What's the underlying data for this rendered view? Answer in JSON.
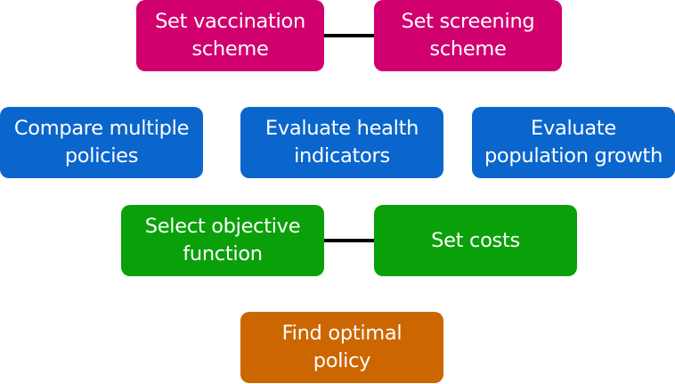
{
  "colors": {
    "scheme": "#d1006f",
    "evaluation": "#0a66cc",
    "objective": "#0aa00a",
    "optimal": "#cc6600",
    "connector": "#000000",
    "text": "#ffffff"
  },
  "boxes": {
    "vaccination": [
      "Set vaccination",
      "scheme"
    ],
    "screening": [
      "Set screening",
      "scheme"
    ],
    "compare": [
      "Compare multiple",
      "policies"
    ],
    "health": [
      "Evaluate health",
      "indicators"
    ],
    "population": [
      "Evaluate",
      "population growth"
    ],
    "objective": [
      "Select objective",
      "function"
    ],
    "costs": [
      "Set costs"
    ],
    "optimal": [
      "Find optimal",
      "policy"
    ]
  }
}
